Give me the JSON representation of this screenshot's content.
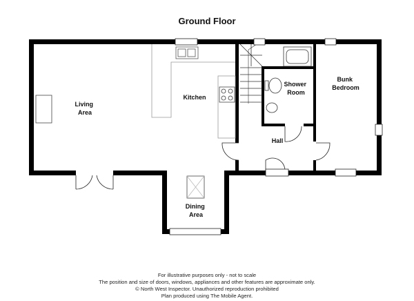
{
  "title": "Ground Floor",
  "rooms": {
    "living": [
      "Living",
      "Area"
    ],
    "kitchen": [
      "Kitchen"
    ],
    "shower": [
      "Shower",
      "Room"
    ],
    "bunk": [
      "Bunk",
      "Bedroom"
    ],
    "hall": [
      "Hall"
    ],
    "dining": [
      "Dining",
      "Area"
    ]
  },
  "footer": {
    "line1": "For illustrative purposes only - not to scale",
    "line2": "The position and size of doors, windows, appliances and other features are approximate only.",
    "line3": "© North West Inspector. Unauthorized reproduction prohibited",
    "line4": "Plan produced using The Mobile Agent."
  }
}
